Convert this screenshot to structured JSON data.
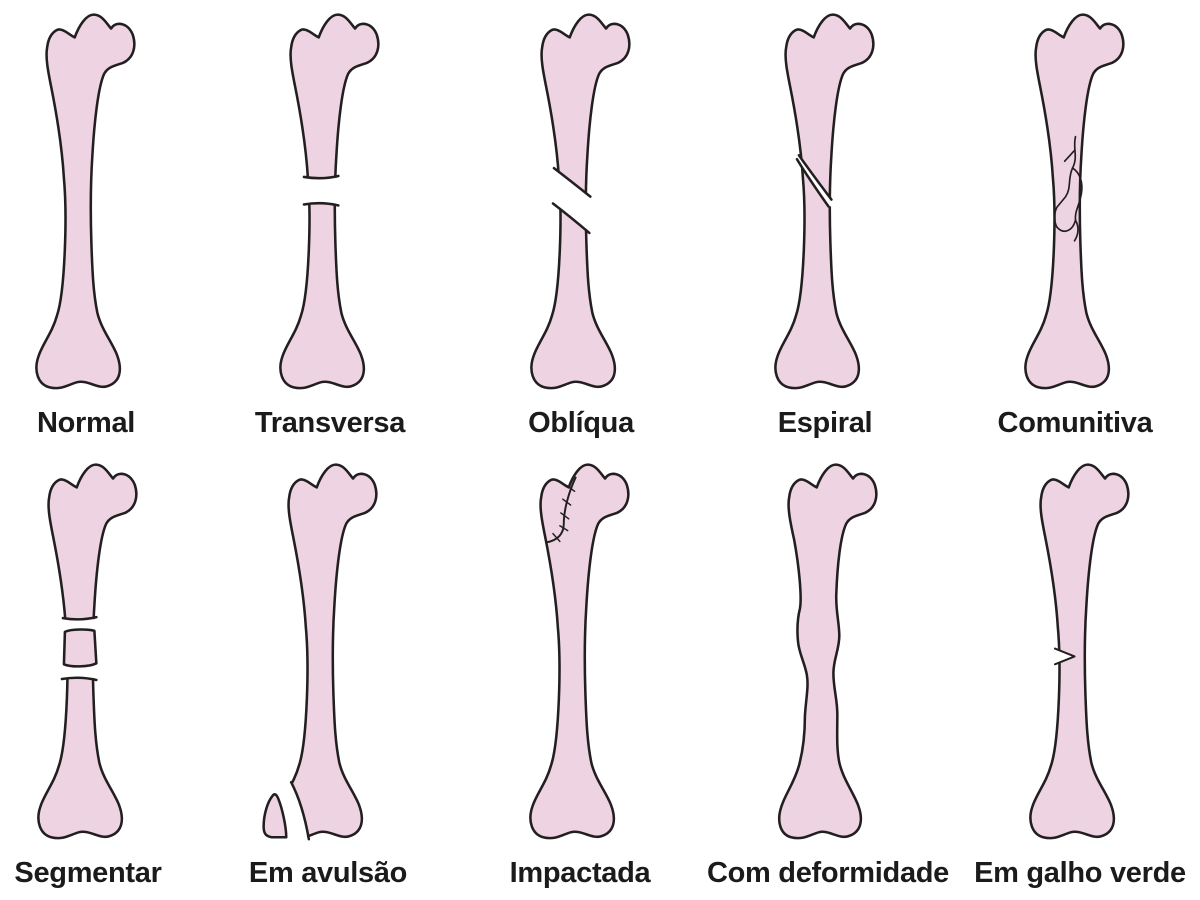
{
  "figures": [
    {
      "id": "normal",
      "label": "Normal",
      "fracture": "none"
    },
    {
      "id": "transversa",
      "label": "Transversa",
      "fracture": "transverse break with gap"
    },
    {
      "id": "obliqua",
      "label": "Oblíqua",
      "fracture": "oblique diagonal break with gap"
    },
    {
      "id": "espiral",
      "label": "Espiral",
      "fracture": "spiral interlocking break"
    },
    {
      "id": "comunitiva",
      "label": "Comunitiva",
      "fracture": "comminuted crack network in shaft"
    },
    {
      "id": "segmentar",
      "label": "Segmentar",
      "fracture": "two breaks with separate middle segment"
    },
    {
      "id": "em-avulsao",
      "label": "Em avulsão",
      "fracture": "avulsed chip at lower-left condyle"
    },
    {
      "id": "impactada",
      "label": "Impactada",
      "fracture": "impacted head with suture line at top"
    },
    {
      "id": "com-deformidade",
      "label": "Com deformidade",
      "fracture": "deformed wavy shaft"
    },
    {
      "id": "em-galho-verde",
      "label": "Em galho verde",
      "fracture": "greenstick notch on left of shaft"
    }
  ],
  "colors": {
    "background": "#ffffff",
    "bone_fill": "#eed4e2",
    "bone_outline": "#231f20",
    "label_text": "#1b1b1b"
  }
}
